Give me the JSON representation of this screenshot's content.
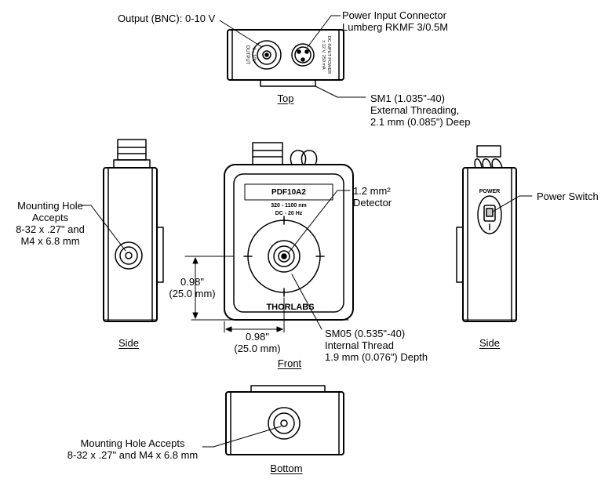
{
  "colors": {
    "line": "#000000",
    "body_fill": "#ffffff",
    "shade": "#c8c8c8"
  },
  "views": {
    "top": "Top",
    "side_left": "Side",
    "side_right": "Side",
    "front": "Front",
    "bottom": "Bottom"
  },
  "callouts": {
    "output": "Output (BNC): 0-10 V",
    "power_input": [
      "Power Input Connector",
      "Lumberg RKMF 3/0.5M"
    ],
    "sm1": [
      "SM1 (1.035\"-40)",
      "External Threading,",
      "2.1 mm (0.085\") Deep"
    ],
    "mount_side": [
      "Mounting Hole",
      "Accepts",
      "8-32 x .27\" and",
      "M4 x 6.8 mm"
    ],
    "detector": [
      "1.2 mm²",
      "Detector"
    ],
    "power_switch": "Power Switch",
    "sm05": [
      "SM05 (0.535\"-40)",
      "Internal Thread",
      "1.9 mm (0.076\") Depth"
    ],
    "mount_bottom": [
      "Mounting Hole Accepts",
      "8-32 x .27\" and M4 x 6.8 mm"
    ]
  },
  "dimensions": {
    "vertical": [
      "0.98\"",
      "(25.0 mm)"
    ],
    "horizontal": [
      "0.98\"",
      "(25.0 mm)"
    ]
  },
  "device_text": {
    "model": "PDF10A2",
    "range": "320 - 1100  nm",
    "bandwidth": "DC - 20 Hz",
    "brand": "THORLABS",
    "power": "POWER",
    "top_output_1": "OUTPUT",
    "top_output_2": "0 - 10V",
    "top_power_1": "DC INPUT POWER",
    "top_power_2": "± 12 V, 250 mA"
  }
}
